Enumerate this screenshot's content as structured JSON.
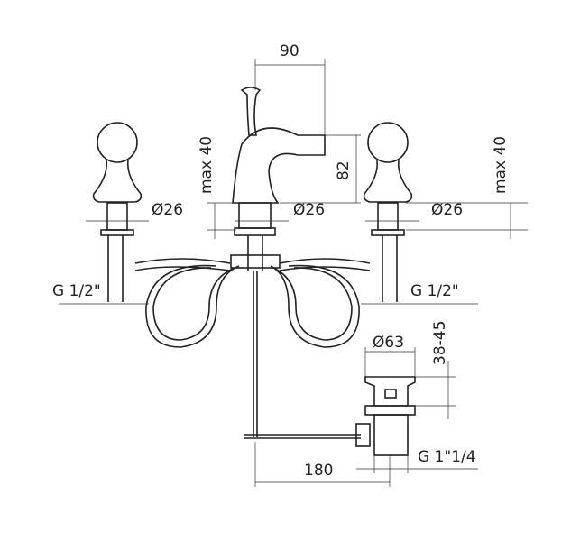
{
  "dimensions": {
    "spout_reach": "90",
    "max_left": "max 40",
    "spout_height": "82",
    "max_right": "max 40",
    "dia_left": "Ø26",
    "dia_center": "Ø26",
    "dia_right": "Ø26",
    "thread_left": "G 1/2\"",
    "thread_right": "G 1/2\"",
    "drain_dia": "Ø63",
    "drain_range": "38-45",
    "rod_length": "180",
    "drain_thread": "G 1\"1/4"
  }
}
